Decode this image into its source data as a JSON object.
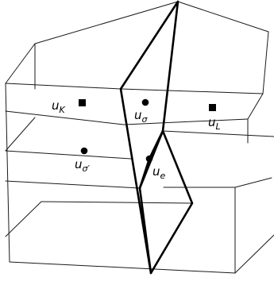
{
  "labels": {
    "u_K": {
      "base": "u",
      "sub": "K"
    },
    "u_sigma": {
      "base": "u",
      "sub": "σ"
    },
    "u_L": {
      "base": "u",
      "sub": "L"
    },
    "u_sigma_prime": {
      "base": "u",
      "sub": "σ′"
    },
    "u_e": {
      "base": "u",
      "sub": "e"
    }
  },
  "colors": {
    "line": "#1a1a1a",
    "bold_line": "#000000",
    "point": "#000000",
    "background": "#ffffff"
  }
}
